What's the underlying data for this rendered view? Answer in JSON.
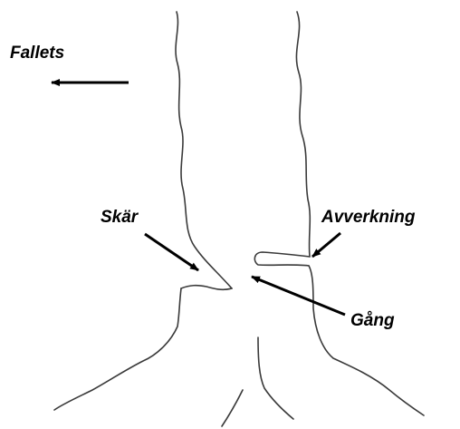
{
  "labels": {
    "fallets": "Fallets",
    "skar": "Skär",
    "avverkning": "Avverkning",
    "gang": "Gång"
  },
  "colors": {
    "outline": "#3a3a3a",
    "arrow": "#000000",
    "text": "#000000",
    "background": "#ffffff"
  }
}
